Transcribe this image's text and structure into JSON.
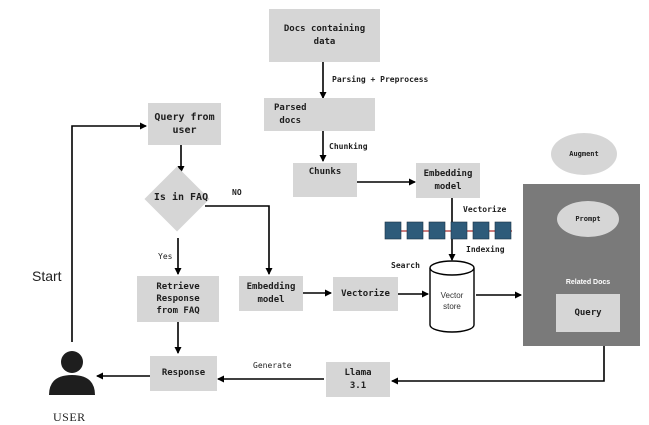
{
  "nodes": {
    "docs": "Docs containing\ndata",
    "parsed_docs": "Parsed\ndocs",
    "chunks": "Chunks",
    "embedding_top": "Embedding\nmodel",
    "query_from_user": "Query from\nuser",
    "is_in_faq": "Is in FAQ",
    "retrieve": "Retrieve\nResponse\nfrom FAQ",
    "embedding_mid": "Embedding\nmodel",
    "vectorize": "Vectorize",
    "vector_store": "Vector\nstore",
    "response": "Response",
    "llama": "Llama\n3.1"
  },
  "edge_labels": {
    "parsing": "Parsing + Preprocess",
    "chunking": "Chunking",
    "vectorize": "Vectorize",
    "indexing": "Indexing",
    "search": "Search",
    "no": "NO",
    "yes": "Yes",
    "generate": "Generate"
  },
  "augment": {
    "label": "Augment",
    "prompt": "Prompt",
    "related_docs": "Related Docs",
    "query": "Query"
  },
  "start_label": "Start",
  "user_label": "USER",
  "colors": {
    "node_fill": "#d6d6d6",
    "panel_fill": "#7a7a7a",
    "chunk_fill": "#2e5b7a",
    "arrow": "#000000"
  }
}
